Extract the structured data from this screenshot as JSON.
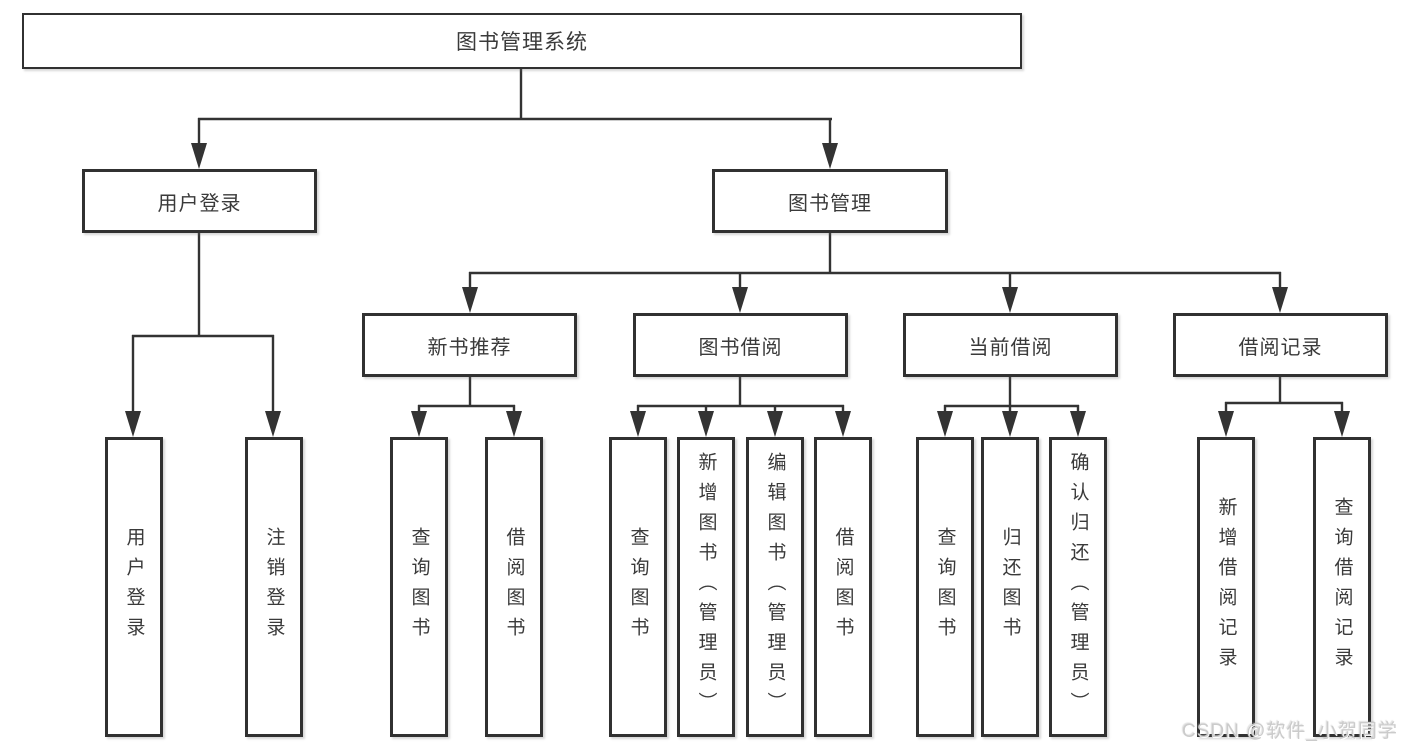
{
  "tree": {
    "label": "图书管理系统",
    "children": [
      {
        "label": "用户登录",
        "children": [
          {
            "label": "用户登录"
          },
          {
            "label": "注销登录"
          }
        ]
      },
      {
        "label": "图书管理",
        "children": [
          {
            "label": "新书推荐",
            "children": [
              {
                "label": "查询图书"
              },
              {
                "label": "借阅图书"
              }
            ]
          },
          {
            "label": "图书借阅",
            "children": [
              {
                "label": "查询图书"
              },
              {
                "label": "新增图书（管理员）"
              },
              {
                "label": "编辑图书（管理员）"
              },
              {
                "label": "借阅图书"
              }
            ]
          },
          {
            "label": "当前借阅",
            "children": [
              {
                "label": "查询图书"
              },
              {
                "label": "归还图书"
              },
              {
                "label": "确认归还（管理员）"
              }
            ]
          },
          {
            "label": "借阅记录",
            "children": [
              {
                "label": "新增借阅记录"
              },
              {
                "label": "查询借阅记录"
              }
            ]
          }
        ]
      }
    ]
  },
  "watermark": {
    "text": "CSDN @软件_小贺同学"
  },
  "colors": {
    "background": "#ffffff",
    "line": "#333333",
    "box_border": "#313131",
    "text": "#3a3a3a",
    "watermark": "#cbcbcb"
  }
}
